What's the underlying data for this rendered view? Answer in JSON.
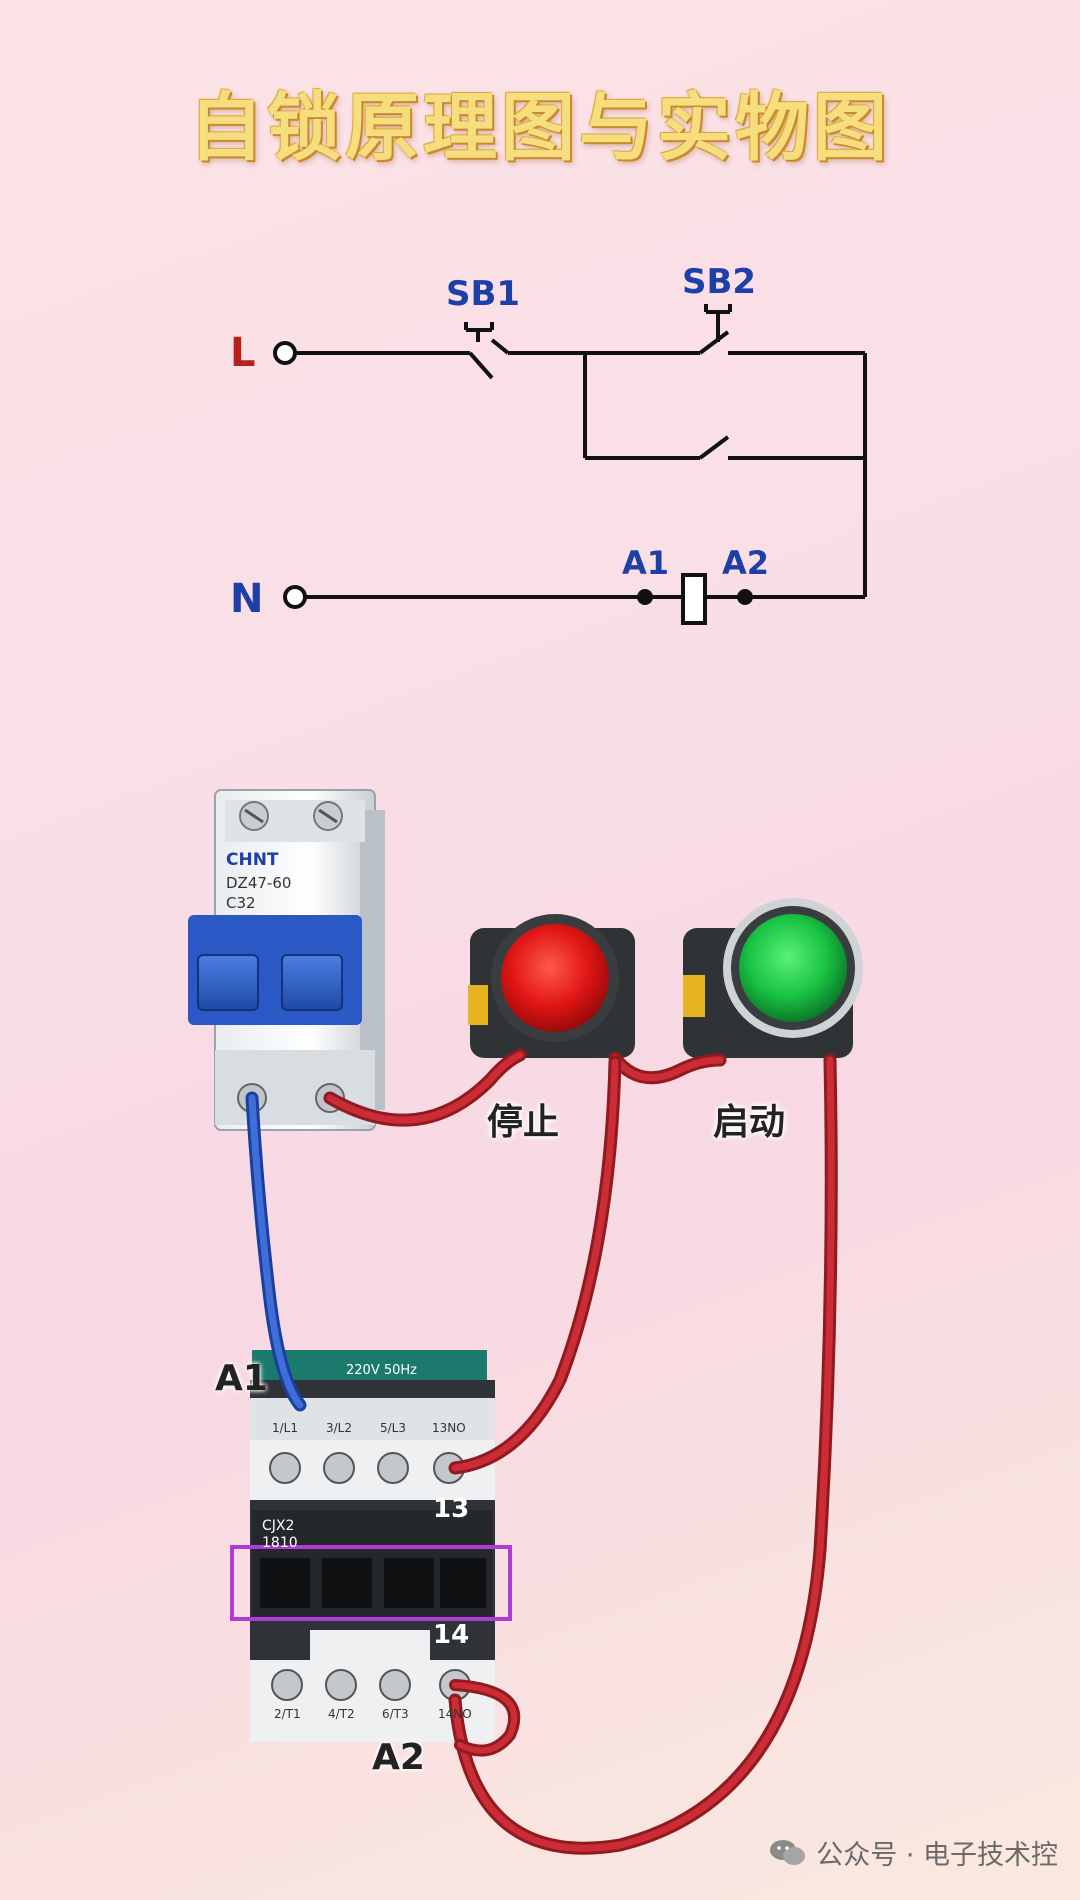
{
  "title": "自锁原理图与实物图",
  "schematic": {
    "line_label": "L",
    "neutral_label": "N",
    "stop_button_label": "SB1",
    "start_button_label": "SB2",
    "coil_a1_label": "A1",
    "coil_a2_label": "A2"
  },
  "photo": {
    "breaker_brand": "CHNT",
    "breaker_model": "DZ47-60",
    "breaker_rating": "C32",
    "stop_label": "停止",
    "start_label": "启动",
    "contactor_coil_top": "A1",
    "contactor_coil_bottom": "A2",
    "contactor_model": "CJX2",
    "contactor_model_num": "1810",
    "contactor_voltage": "220V 50Hz",
    "terminal_top": [
      "1/L1",
      "3/L2",
      "5/L3",
      "13NO"
    ],
    "terminal_bottom": [
      "2/T1",
      "4/T2",
      "6/T3",
      "14NO"
    ],
    "aux_13": "13",
    "aux_14": "14"
  },
  "colors": {
    "red_button": "#e01515",
    "green_button": "#19c443",
    "wire_red": "#b8242c",
    "wire_blue": "#2a55c6",
    "title_gold": "#f6dd7e",
    "highlight": "#b23ad6"
  },
  "watermark": {
    "icon": "wechat-icon",
    "text": "公众号 · 电子技术控"
  }
}
